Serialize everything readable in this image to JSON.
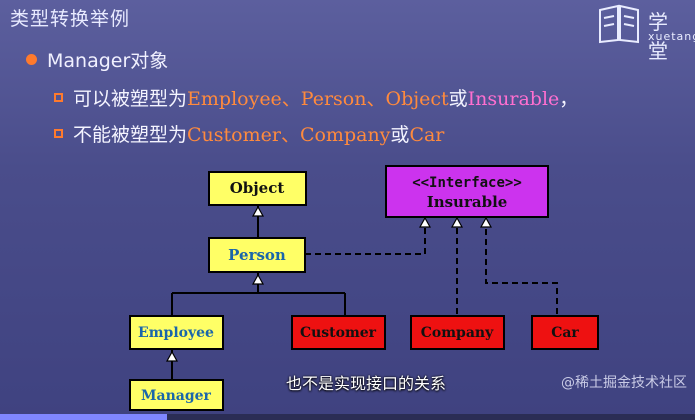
{
  "title": "类型转换举例",
  "logo": {
    "name": "学堂",
    "sub": "xuetang"
  },
  "bullet": "Manager对象",
  "line1": {
    "prefix": "可以被塑型为",
    "targets": "Employee、Person、Object",
    "or": "或",
    "interface": "Insurable",
    "suffix": "，"
  },
  "line2": {
    "prefix": "不能被塑型为",
    "targets": "Customer、Company",
    "or": "或",
    "last": "Car"
  },
  "diagram": {
    "object": "Object",
    "interface_stereo": "<<Interface>>",
    "interface_name": "Insurable",
    "person": "Person",
    "employee": "Employee",
    "customer": "Customer",
    "company": "Company",
    "car": "Car",
    "manager": "Manager"
  },
  "colors": {
    "yellow_box": "#ffff66",
    "red_box": "#ee1111",
    "purple_box": "#cc33ee",
    "accent": "#ff7a2d"
  },
  "caption": "也不是实现接口的关系",
  "watermark": "@稀土掘金技术社区",
  "video": {
    "progress": 0.24
  }
}
